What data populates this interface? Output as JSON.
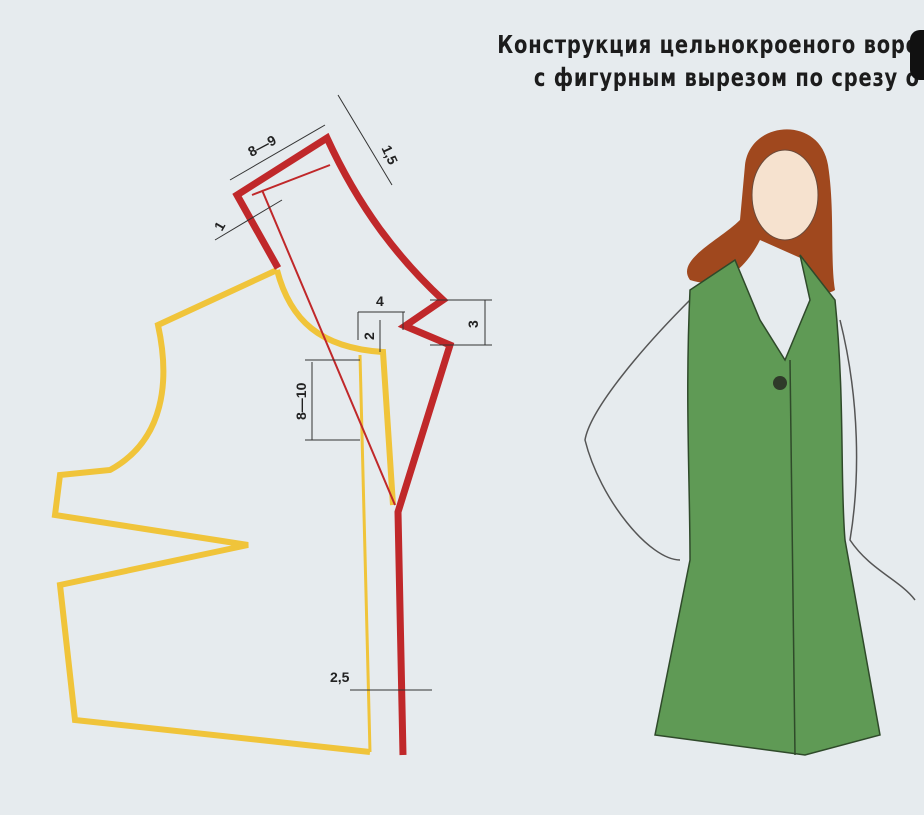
{
  "title": {
    "line1": "Конструкция цельнокроеного воро",
    "line2": "с фигурным вырезом по срезу о"
  },
  "measurements": {
    "collar_width": "8—9",
    "collar_rise": "1,5",
    "collar_offset": "1",
    "notch_width": "4",
    "notch_drop": "2",
    "notch_height": "3",
    "lapel_depth": "8—10",
    "extension": "2,5"
  },
  "colors": {
    "background": "#e6ebee",
    "collar_line": "#c0282a",
    "bodice_line": "#f0c43a",
    "dress": "#5f9a55",
    "hair": "#a0481e"
  }
}
